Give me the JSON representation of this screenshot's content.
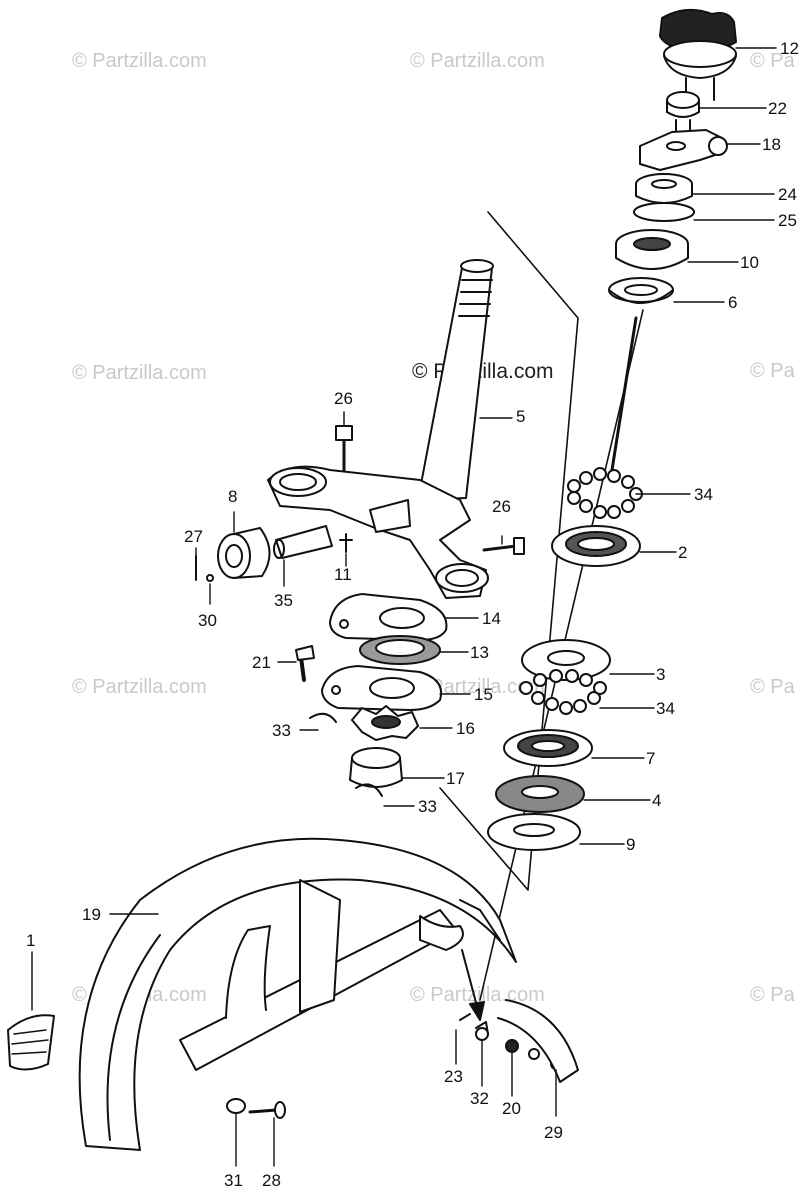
{
  "watermark": {
    "text": "© Partzilla.com",
    "text_short": "© Pa"
  },
  "callouts": {
    "c1": "1",
    "c2": "2",
    "c3": "3",
    "c4": "4",
    "c5": "5",
    "c6": "6",
    "c7": "7",
    "c8": "8",
    "c9": "9",
    "c10": "10",
    "c11": "11",
    "c12": "12",
    "c13": "13",
    "c14": "14",
    "c15": "15",
    "c16": "16",
    "c17": "17",
    "c18": "18",
    "c19": "19",
    "c20": "20",
    "c21": "21",
    "c22": "22",
    "c23": "23",
    "c24": "24",
    "c25": "25",
    "c26a": "26",
    "c26b": "26",
    "c27": "27",
    "c28": "28",
    "c29": "29",
    "c30": "30",
    "c31": "31",
    "c32": "32",
    "c33a": "33",
    "c33b": "33",
    "c34a": "34",
    "c34b": "34",
    "c35": "35"
  },
  "colors": {
    "ink": "#111111",
    "watermark": "#c9c9c9"
  }
}
